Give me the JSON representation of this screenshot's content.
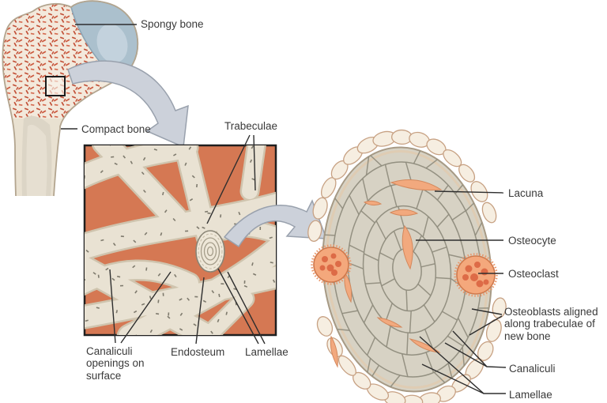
{
  "figure": {
    "title": "Spongy bone anatomy diagram",
    "labels": {
      "spongy_bone": "Spongy bone",
      "compact_bone": "Compact bone",
      "trabeculae": "Trabeculae",
      "canaliculi_openings": "Canaliculi openings on surface",
      "endosteum": "Endosteum",
      "lamellae_inset": "Lamellae",
      "lacuna": "Lacuna",
      "osteocyte": "Osteocyte",
      "osteoclast": "Osteoclast",
      "osteoblasts": "Osteoblasts aligned along trabeculae of new bone",
      "canaliculi": "Canaliculi",
      "lamellae": "Lamellae"
    },
    "colors": {
      "background": "#ffffff",
      "label_text": "#3a3a3a",
      "leader_line": "#2e2e2e",
      "marrow_salmon": "#d57853",
      "bone_beige": "#e9e2d3",
      "bone_edge": "#cfc4ae",
      "speckle": "#6b675a",
      "spongy_cream": "#f3e9dc",
      "spongy_red": "#c25138",
      "cartilage_blue": "#abc0cd",
      "cartilage_highlight": "#c3d2dd",
      "cell_gray": "#d7d2c4",
      "cell_border": "#8f8c7d",
      "osteoblast_fill": "#f6eee1",
      "osteoblast_border": "#c7a183",
      "lacuna_orange": "#f2a97e",
      "lacuna_border": "#d4885c",
      "osteoclast_fill": "#f4a87c",
      "osteoclast_dot": "#dd6b47",
      "arrow_fill": "#ccd1da",
      "arrow_border": "#99a1ad",
      "box_border": "#1f1f1f"
    }
  }
}
